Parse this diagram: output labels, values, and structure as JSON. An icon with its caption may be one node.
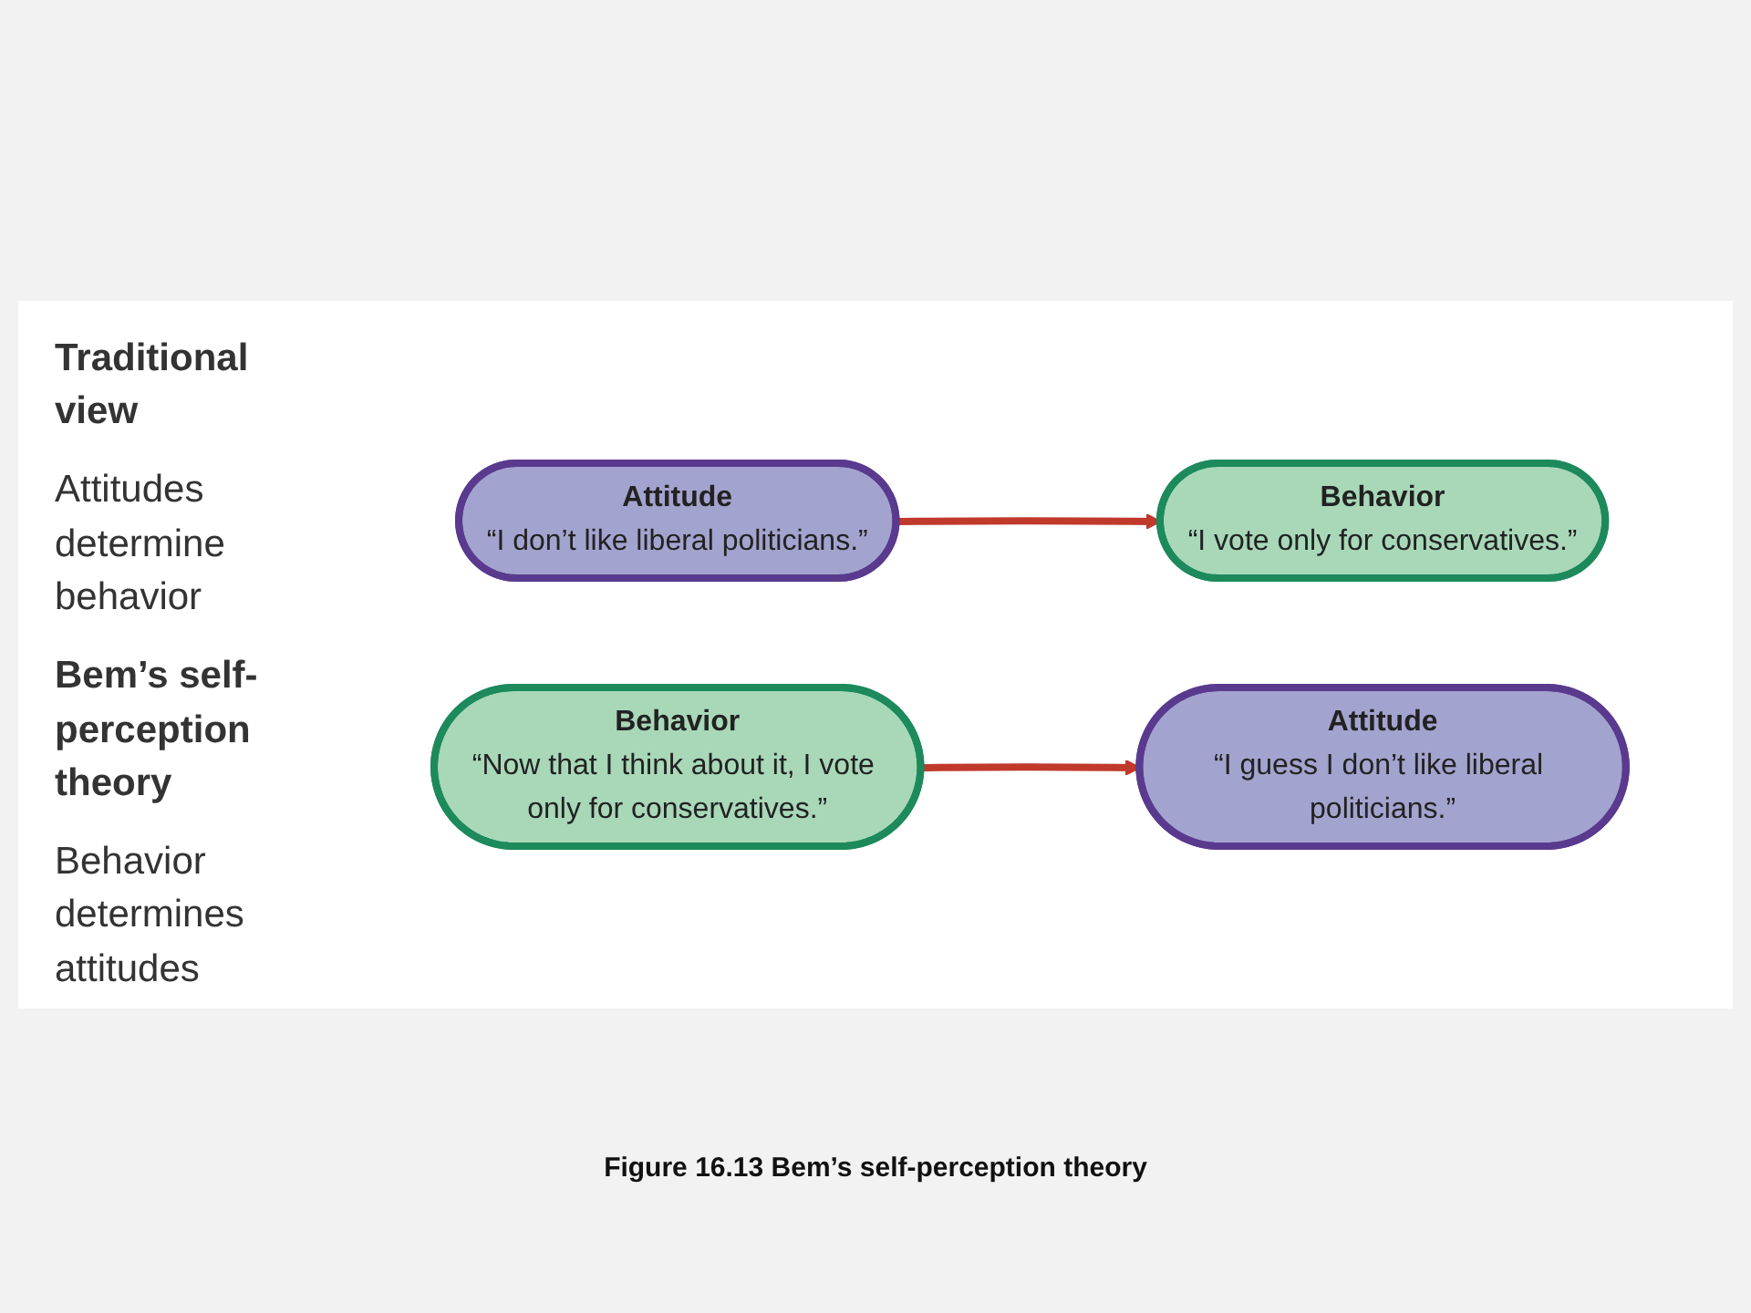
{
  "diagram": {
    "caption": "Figure 16.13 Bem’s self-perception theory",
    "nodes": [
      {
        "text": [
          "Attitude",
          "“I don’t like liberal politicians.”"
        ]
      },
      {
        "text": [
          "Behavior",
          "“I vote only for conservatives.”"
        ]
      },
      {
        "text": [
          "Behavior",
          "“Now that I think about it, I vote only for conservatives.”"
        ]
      },
      {
        "text": [
          "Attitude",
          "“I guess I don’t like liberal politicians.”"
        ]
      }
    ],
    "edges": [
      {
        "from": 0,
        "to": 1,
        "arrow": "to"
      },
      {
        "from": 2,
        "to": 3,
        "arrow": "to"
      }
    ],
    "labels": [
      "Traditional view",
      "Attitudes determine behavior",
      "Bem’s self-perception theory",
      "Behavior determines attitudes"
    ]
  }
}
